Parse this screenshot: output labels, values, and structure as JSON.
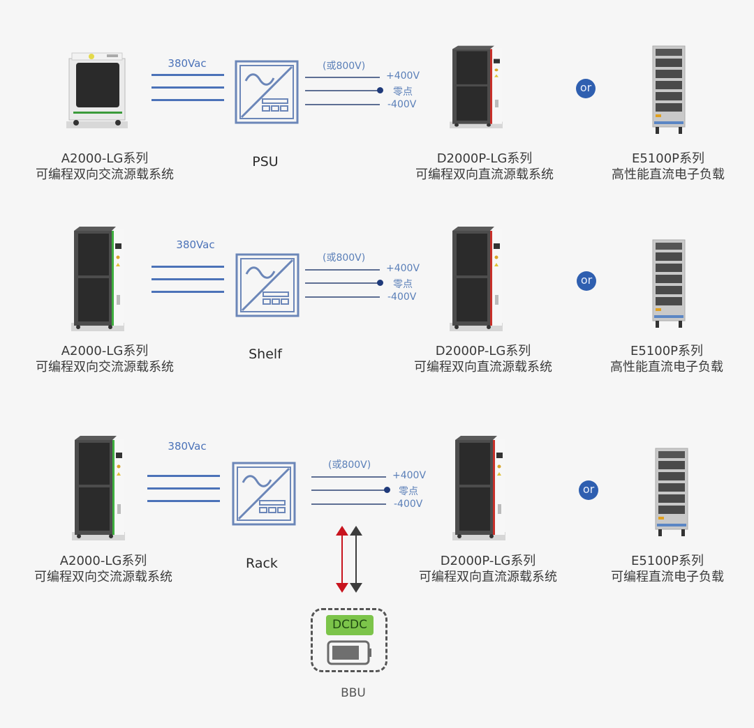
{
  "colors": {
    "background": "#f6f6f6",
    "ac_line": "#4b72b8",
    "dc_line": "#5d6e93",
    "or_badge": "#2f5fb0",
    "dcdc_green": "#7cc44a",
    "arrow_red": "#c8141e",
    "arrow_dark": "#3c3c3c"
  },
  "rows": [
    {
      "source": {
        "name": "A2000-LG系列",
        "desc": "可编程双向交流源载系统"
      },
      "ac_label": "380Vac",
      "converter": {
        "name": "PSU",
        "icon": "ac-dc-converter-icon"
      },
      "dc_bus": {
        "alt": "(或800V)",
        "plus": "+400V",
        "zero": "零点",
        "minus": "-400V"
      },
      "load1": {
        "name": "D2000P-LG系列",
        "desc": "可编程双向直流源载系统"
      },
      "or_label": "or",
      "load2": {
        "name": "E5100P系列",
        "desc": "高性能直流电子负载"
      }
    },
    {
      "source": {
        "name": "A2000-LG系列",
        "desc": "可编程双向交流源载系统"
      },
      "ac_label": "380Vac",
      "converter": {
        "name": "Shelf",
        "icon": "ac-dc-converter-icon"
      },
      "dc_bus": {
        "alt": "(或800V)",
        "plus": "+400V",
        "zero": "零点",
        "minus": "-400V"
      },
      "load1": {
        "name": "D2000P-LG系列",
        "desc": "可编程双向直流源载系统"
      },
      "or_label": "or",
      "load2": {
        "name": "E5100P系列",
        "desc": "高性能直流电子负载"
      }
    },
    {
      "source": {
        "name": "A2000-LG系列",
        "desc": "可编程双向交流源载系统"
      },
      "ac_label": "380Vac",
      "converter": {
        "name": "Rack",
        "icon": "ac-dc-converter-icon"
      },
      "dc_bus": {
        "alt": "(或800V)",
        "plus": "+400V",
        "zero": "零点",
        "minus": "-400V"
      },
      "load1": {
        "name": "D2000P-LG系列",
        "desc": "可编程双向直流源载系统"
      },
      "or_label": "or",
      "load2": {
        "name": "E5100P系列",
        "desc": "可编程直流电子负载"
      }
    }
  ],
  "bbu": {
    "dcdc_label": "DCDC",
    "label": "BBU"
  }
}
